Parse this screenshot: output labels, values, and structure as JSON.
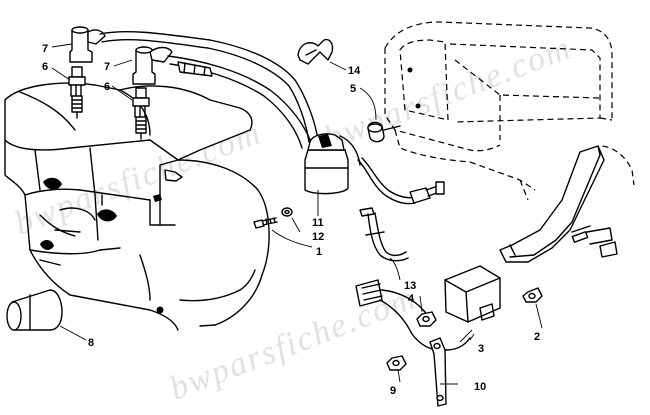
{
  "watermark": {
    "text": "bwparsfiche.com"
  },
  "callouts": [
    {
      "id": "c7a",
      "label": "7"
    },
    {
      "id": "c6a",
      "label": "6"
    },
    {
      "id": "c7b",
      "label": "7"
    },
    {
      "id": "c6b",
      "label": "6"
    },
    {
      "id": "c14",
      "label": "14"
    },
    {
      "id": "c5",
      "label": "5"
    },
    {
      "id": "c11",
      "label": "11"
    },
    {
      "id": "c12",
      "label": "12"
    },
    {
      "id": "c1",
      "label": "1"
    },
    {
      "id": "c13",
      "label": "13"
    },
    {
      "id": "c4",
      "label": "4"
    },
    {
      "id": "c2",
      "label": "2"
    },
    {
      "id": "c3",
      "label": "3"
    },
    {
      "id": "c10",
      "label": "10"
    },
    {
      "id": "c9",
      "label": "9"
    },
    {
      "id": "c8",
      "label": "8"
    }
  ]
}
